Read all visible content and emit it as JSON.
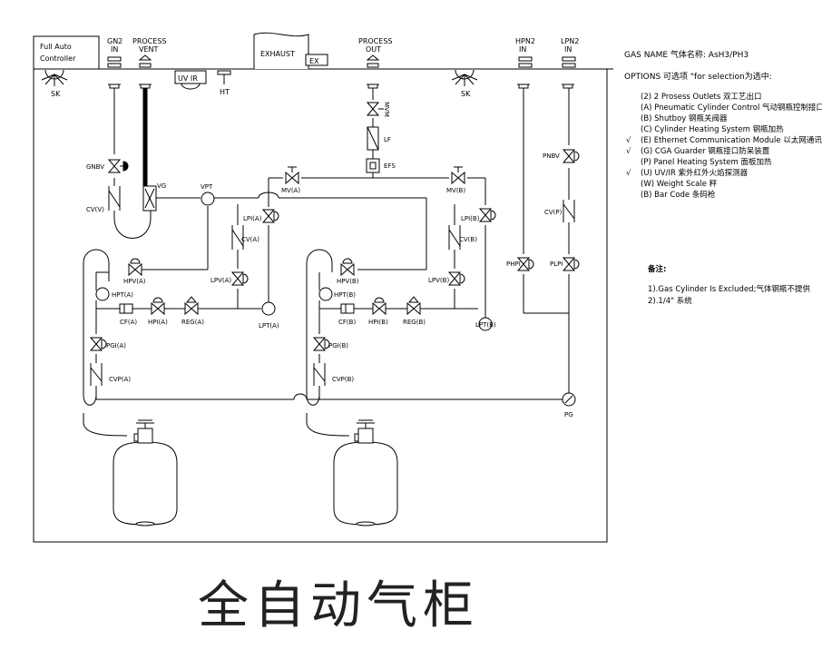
{
  "header": {
    "controller": [
      "Full Auto",
      "Controller"
    ],
    "gn2": [
      "GN2",
      "IN"
    ],
    "process_vent": [
      "PROCESS",
      "VENT"
    ],
    "uv_ir": "UV IR",
    "ht": "HT",
    "exhaust": "EXHAUST",
    "ex": "EX",
    "process_out": [
      "PROCESS",
      "OUT"
    ],
    "hpn2": [
      "HPN2",
      "IN"
    ],
    "lpn2": [
      "LPN2",
      "IN"
    ]
  },
  "labels": {
    "sk_left": "SK",
    "sk_right": "SK",
    "gnbv": "GNBV",
    "cv_v": "CV(V)",
    "vg": "VG",
    "vpt": "VPT",
    "mv_a": "MV(A)",
    "mv_b": "MV(B)",
    "mvm": "MVM",
    "lf": "LF",
    "efs": "EFS",
    "lpi_a": "LPI(A)",
    "cv_a": "CV(A)",
    "lpv_a": "LPV(A)",
    "lpt_a": "LPT(A)",
    "lpi_b": "LPI(B)",
    "cv_b": "CV(B)",
    "lpv_b": "LPV(B)",
    "lpt_b": "LPT(B)",
    "hpv_a": "HPV(A)",
    "hpt_a": "HPT(A)",
    "cf_a": "CF(A)",
    "hpi_a": "HPI(A)",
    "reg_a": "REG(A)",
    "pgi_a": "PGI(A)",
    "cvp_a": "CVP(A)",
    "hpv_b": "HPV(B)",
    "hpt_b": "HPT(B)",
    "cf_b": "CF(B)",
    "hpi_b": "HPI(B)",
    "reg_b": "REG(B)",
    "pgi_b": "PGI(B)",
    "cvp_b": "CVP(B)",
    "pnbv": "PNBV",
    "cvp": "CV(P)",
    "phpi": "PHPI",
    "plpi": "PLPI",
    "pg": "PG"
  },
  "side": {
    "gas_name": "GAS NAME 气体名称: AsH3/PH3",
    "options_title": "OPTIONS 可选项 \"for selection为选中:",
    "options": [
      {
        "check": "",
        "text": "(2)  2 Prosess Outlets 双工艺出口"
      },
      {
        "check": "",
        "text": "(A)  Pneumatic Cylinder Control 气动钢瓶控制接口"
      },
      {
        "check": "",
        "text": "(B)  Shutboy 钢瓶关阀器"
      },
      {
        "check": "",
        "text": "(C)  Cylinder Heating System 钢瓶加热"
      },
      {
        "check": "√",
        "text": "(E)  Ethernet Communication Module 以太网通讯模块"
      },
      {
        "check": "√",
        "text": "(G)  CGA Guarder 钢瓶接口防呆装置"
      },
      {
        "check": "",
        "text": "(P)  Panel Heating System 面板加热"
      },
      {
        "check": "√",
        "text": "(U)  UV/IR 紫外红外火焰探测器"
      },
      {
        "check": "",
        "text": "(W)  Weight Scale 秤"
      },
      {
        "check": "",
        "text": "(B)  Bar Code 条码枪"
      }
    ],
    "notes_title": "备注:",
    "notes": [
      "1).Gas Cylinder Is Excluded;气体钢瓶不提供",
      "2).1/4\" 系统"
    ]
  },
  "title": "全自动气柜"
}
